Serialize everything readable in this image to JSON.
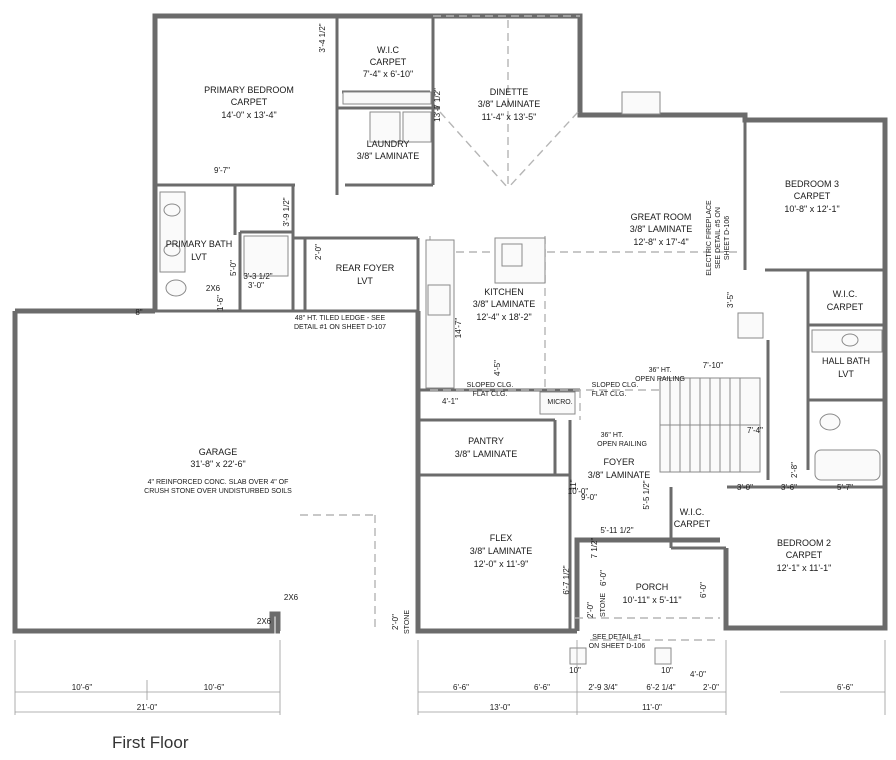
{
  "title": "First Floor",
  "rooms": {
    "primary_bedroom": [
      "PRIMARY BEDROOM",
      "CARPET",
      "14'-0\" x 13'-4\""
    ],
    "wic_primary": [
      "W.I.C",
      "CARPET",
      "7'-4\" x 6'-10\""
    ],
    "dinette": [
      "DINETTE",
      "3/8\" LAMINATE",
      "11'-4\" x 13'-5\""
    ],
    "laundry": [
      "LAUNDRY",
      "3/8\" LAMINATE"
    ],
    "great_room": [
      "GREAT ROOM",
      "3/8\" LAMINATE",
      "12'-8\" x 17'-4\""
    ],
    "bedroom3": [
      "BEDROOM 3",
      "CARPET",
      "10'-8\" x 12'-1\""
    ],
    "primary_bath": [
      "PRIMARY BATH",
      "LVT"
    ],
    "rear_foyer": [
      "REAR FOYER",
      "LVT"
    ],
    "kitchen": [
      "KITCHEN",
      "3/8\" LAMINATE",
      "12'-4\" x 18'-2\""
    ],
    "wic_bed3": [
      "W.I.C.",
      "CARPET"
    ],
    "hall_bath": [
      "HALL BATH",
      "LVT"
    ],
    "garage": [
      "GARAGE",
      "31'-8\" x 22'-6\""
    ],
    "pantry": [
      "PANTRY",
      "3/8\" LAMINATE"
    ],
    "foyer": [
      "FOYER",
      "3/8\" LAMINATE"
    ],
    "wic_bed2": [
      "W.I.C.",
      "CARPET"
    ],
    "bedroom2": [
      "BEDROOM 2",
      "CARPET",
      "12'-1\" x 11'-1\""
    ],
    "flex": [
      "FLEX",
      "3/8\" LAMINATE",
      "12'-0\" x 11'-9\""
    ],
    "porch": [
      "PORCH",
      "10'-11\" x 5'-11\""
    ]
  },
  "notes": {
    "garage_slab": [
      "4\" REINFORCED CONC. SLAB OVER 4\" OF",
      "CRUSH STONE OVER UNDISTURBED SOILS"
    ],
    "tiled_ledge": [
      "48\" HT. TILED LEDGE - SEE",
      "DETAIL #1 ON SHEET D-107"
    ],
    "fireplace": [
      "ELECTRIC FIREPLACE",
      "SEE DETAIL #5 ON",
      "SHEET D-106"
    ],
    "railing_upper": [
      "36\" HT.",
      "OPEN RAILING"
    ],
    "railing_lower": [
      "36\" HT.",
      "OPEN RAILING"
    ],
    "sloped_left": [
      "SLOPED CLG.",
      "FLAT CLG."
    ],
    "sloped_right": [
      "SLOPED CLG.",
      "FLAT CLG."
    ],
    "micro": "MICRO.",
    "porch_detail": [
      "SEE DETAIL #1",
      "ON SHEET D-106"
    ],
    "stone_left": "STONE",
    "stone_porch": "STONE"
  },
  "dims": {
    "d_3_4_half": "3'-4 1/2\"",
    "d_13_7_half": "13'-7 1/2\"",
    "d_9_7": "9'-7\"",
    "d_3_9_half": "3'-9 1/2\"",
    "d_2_0_rear": "2'-0\"",
    "d_5_0": "5'-0\"",
    "d_3_3_half": "3'-3 1/2\"",
    "d_3_0_bath": "3'-0\"",
    "d_2x6_a": "2X6",
    "d_1_6": "1'-6\"",
    "d_8": "8\"",
    "d_14_7": "14'-7\"",
    "d_4_5": "4'-5\"",
    "d_4_1": "4'-1\"",
    "d_3_5": "3'-5\"",
    "d_7_10": "7'-10\"",
    "d_7_4": "7'-4\"",
    "d_2_8": "2'-8\"",
    "d_3_0_b": "3'-0\"",
    "d_3_6": "3'-6\"",
    "d_5_7": "5'-7\"",
    "d_11": "11\"",
    "d_10_0": "10'-0\"",
    "d_9_0": "9'-0\"",
    "d_5_5_half": "5'-5 1/2\"",
    "d_5_11_half": "5'-11 1/2\"",
    "d_7_half": "7 1/2\"",
    "d_6_7_half": "6'-7 1/2\"",
    "d_6_0_a": "6'-0\"",
    "d_6_0_b": "6'-0\"",
    "d_2_0_porch": "2'-0\"",
    "d_2_0_left": "2'-0\"",
    "d_2x6_b": "2X6",
    "d_2x6_c": "2X6",
    "d_10_a": "10\"",
    "d_10_b": "10\"",
    "d_4_0": "4'-0\"",
    "d_10_6_a": "10'-6\"",
    "d_10_6_b": "10'-6\"",
    "d_21_0": "21'-0\"",
    "d_6_6_a": "6'-6\"",
    "d_6_6_b": "6'-6\"",
    "d_2_9_3q": "2'-9 3/4\"",
    "d_6_2_q": "6'-2 1/4\"",
    "d_2_0_bot": "2'-0\"",
    "d_13_0": "13'-0\"",
    "d_11_0": "11'-0\"",
    "d_6_6_c": "6'-6\""
  }
}
